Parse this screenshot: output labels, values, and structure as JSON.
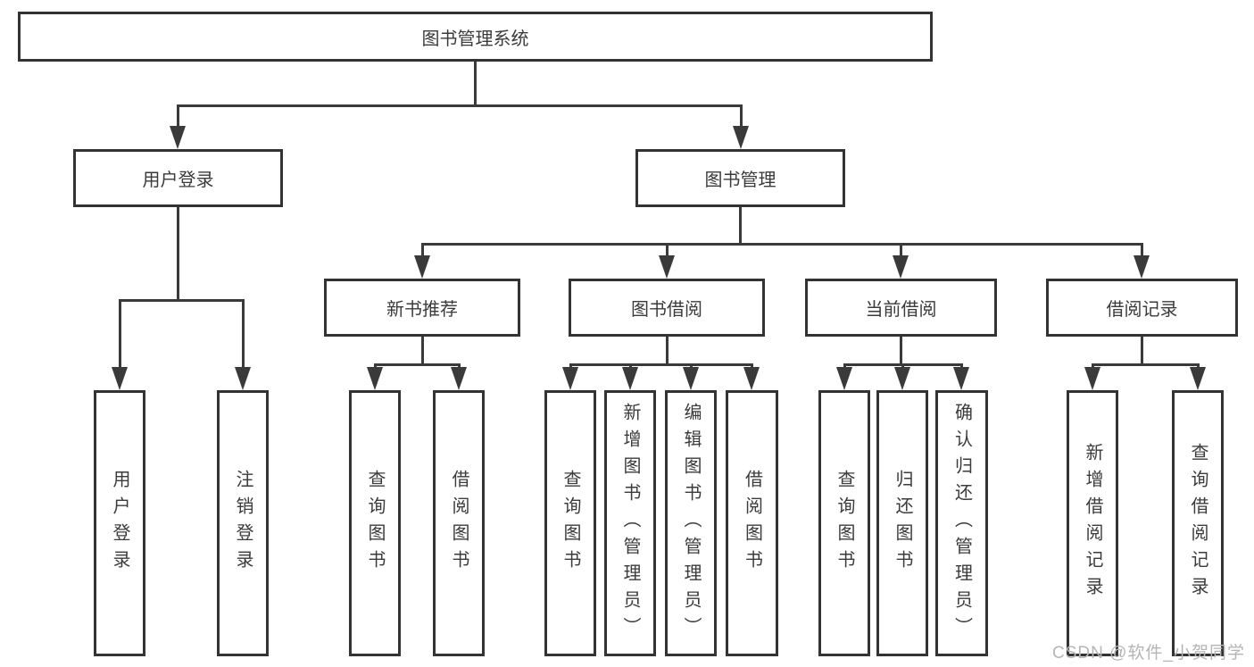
{
  "tree": {
    "label": "图书管理系统",
    "children": [
      {
        "label": "用户登录",
        "children": [
          {
            "label": "用户登录"
          },
          {
            "label": "注销登录"
          }
        ]
      },
      {
        "label": "图书管理",
        "children": [
          {
            "label": "新书推荐",
            "children": [
              {
                "label": "查询图书"
              },
              {
                "label": "借阅图书"
              }
            ]
          },
          {
            "label": "图书借阅",
            "children": [
              {
                "label": "查询图书"
              },
              {
                "label": "新增图书（管理员）"
              },
              {
                "label": "编辑图书（管理员）"
              },
              {
                "label": "借阅图书"
              }
            ]
          },
          {
            "label": "当前借阅",
            "children": [
              {
                "label": "查询图书"
              },
              {
                "label": "归还图书"
              },
              {
                "label": "确认归还（管理员）"
              }
            ]
          },
          {
            "label": "借阅记录",
            "children": [
              {
                "label": "新增借阅记录"
              },
              {
                "label": "查询借阅记录"
              }
            ]
          }
        ]
      }
    ]
  },
  "watermark": {
    "text": "CSDN @软件_小贺同学"
  },
  "colors": {
    "line": "#3a3a3a",
    "border": "#333333",
    "text": "#3b3b3b",
    "watermark": "#b5b5b5",
    "background": "#ffffff"
  }
}
